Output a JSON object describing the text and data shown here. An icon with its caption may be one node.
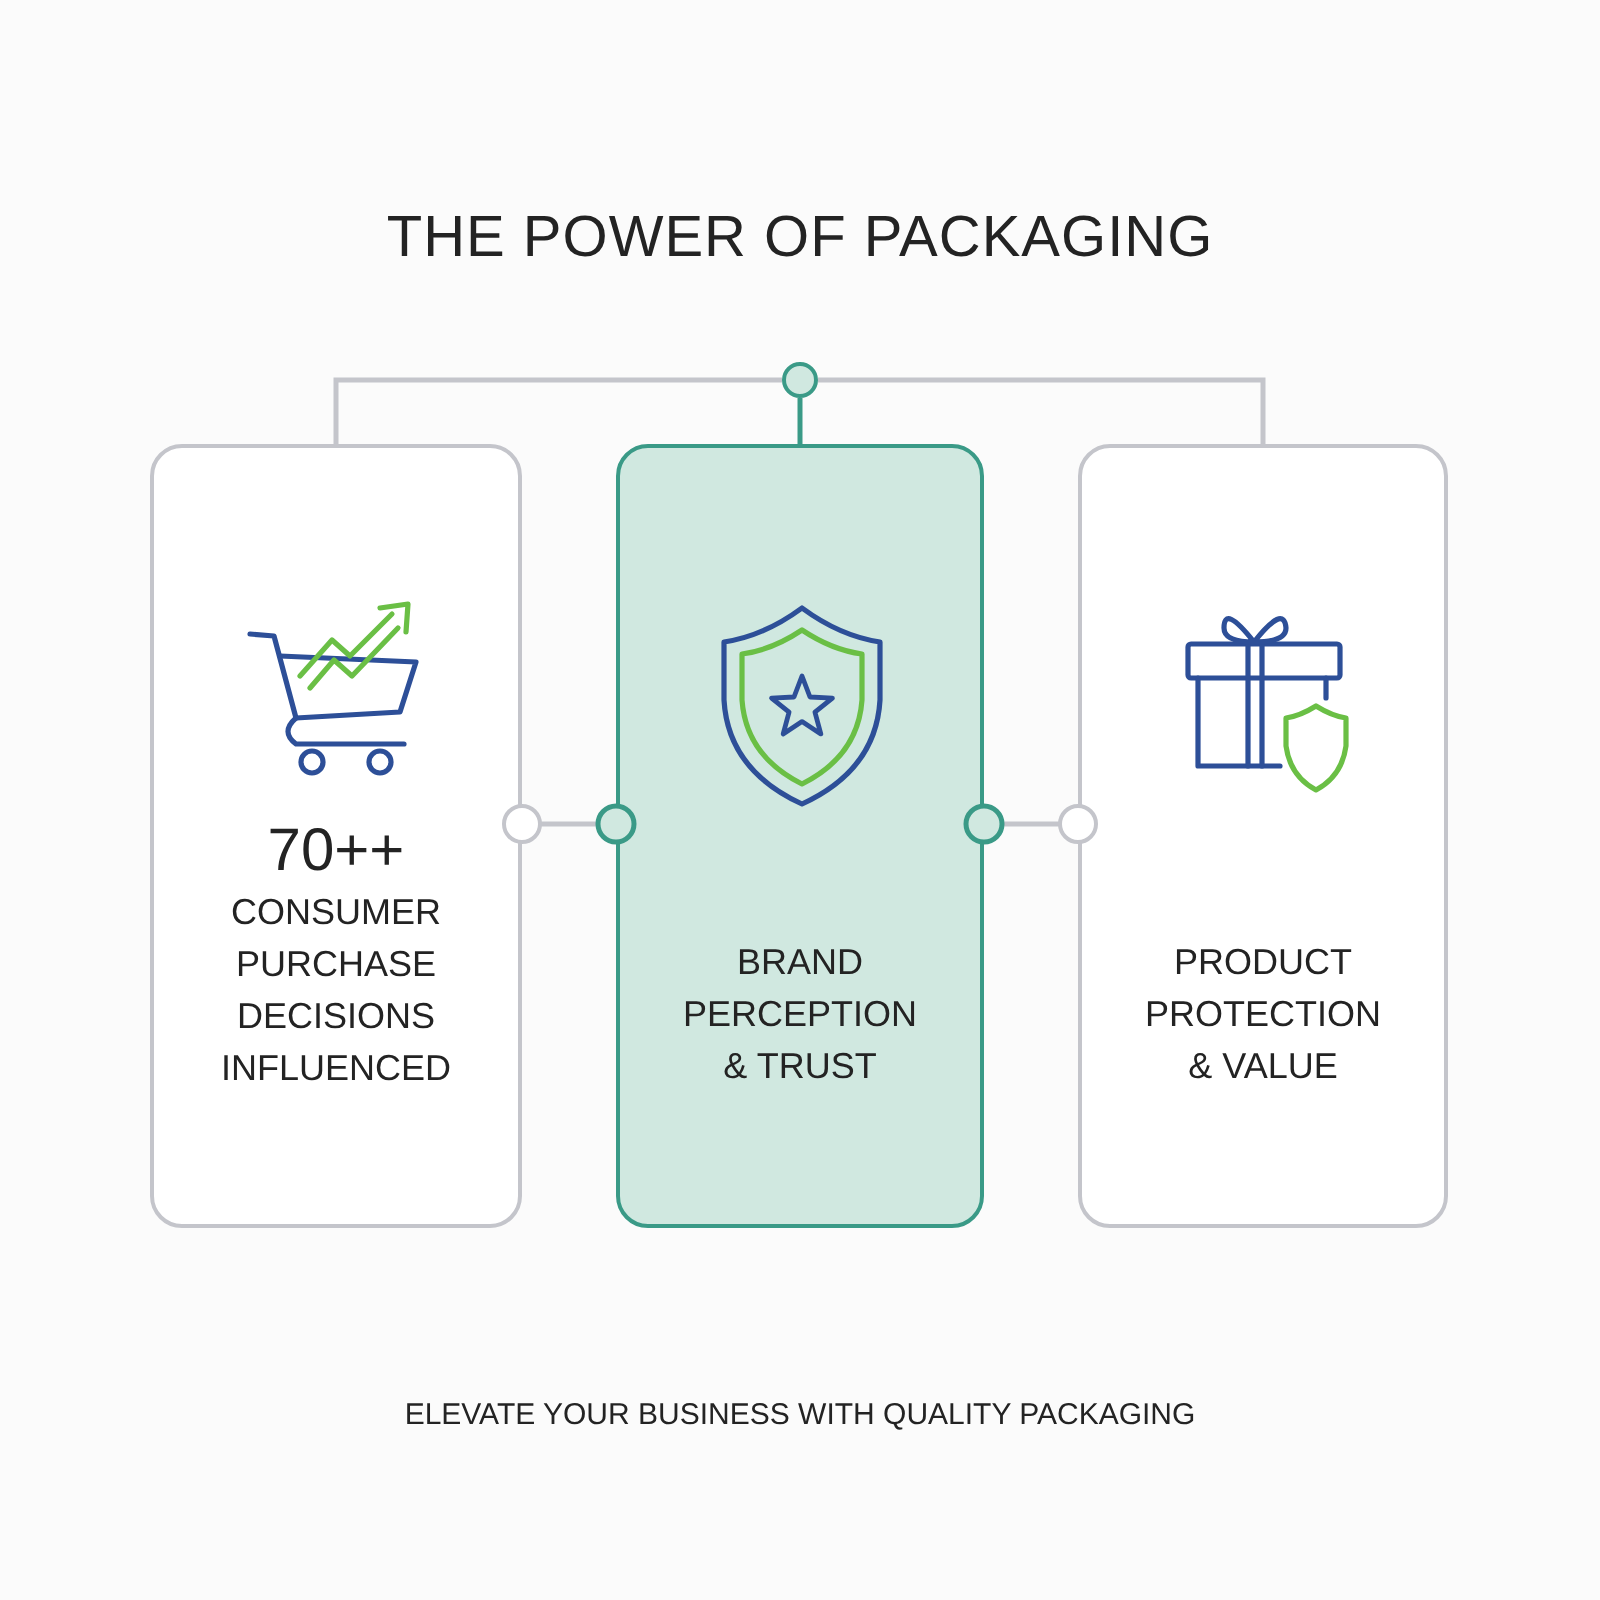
{
  "diagram": {
    "title": "THE POWER OF PACKAGING",
    "nodes": [
      {
        "text": [
          "70++",
          "CONSUMER PURCHASE DECISIONS INFLUENCED"
        ]
      },
      {
        "text": [
          "BRAND PERCEPTION & TRUST"
        ]
      },
      {
        "text": [
          "PRODUCT PROTECTION & VALUE"
        ]
      },
      {
        "text": [],
        "shape": "circle"
      }
    ],
    "edges": [
      {
        "from": 3,
        "to": 0,
        "arrow": "none"
      },
      {
        "from": 3,
        "to": 1,
        "arrow": "none",
        "color": "#3a9a87"
      },
      {
        "from": 3,
        "to": 2,
        "arrow": "none"
      },
      {
        "from": 0,
        "to": 1,
        "arrow": "other"
      },
      {
        "from": 1,
        "to": 2,
        "arrow": "other"
      }
    ],
    "caption": "ELEVATE YOUR BUSINESS WITH QUALITY PACKAGING"
  }
}
